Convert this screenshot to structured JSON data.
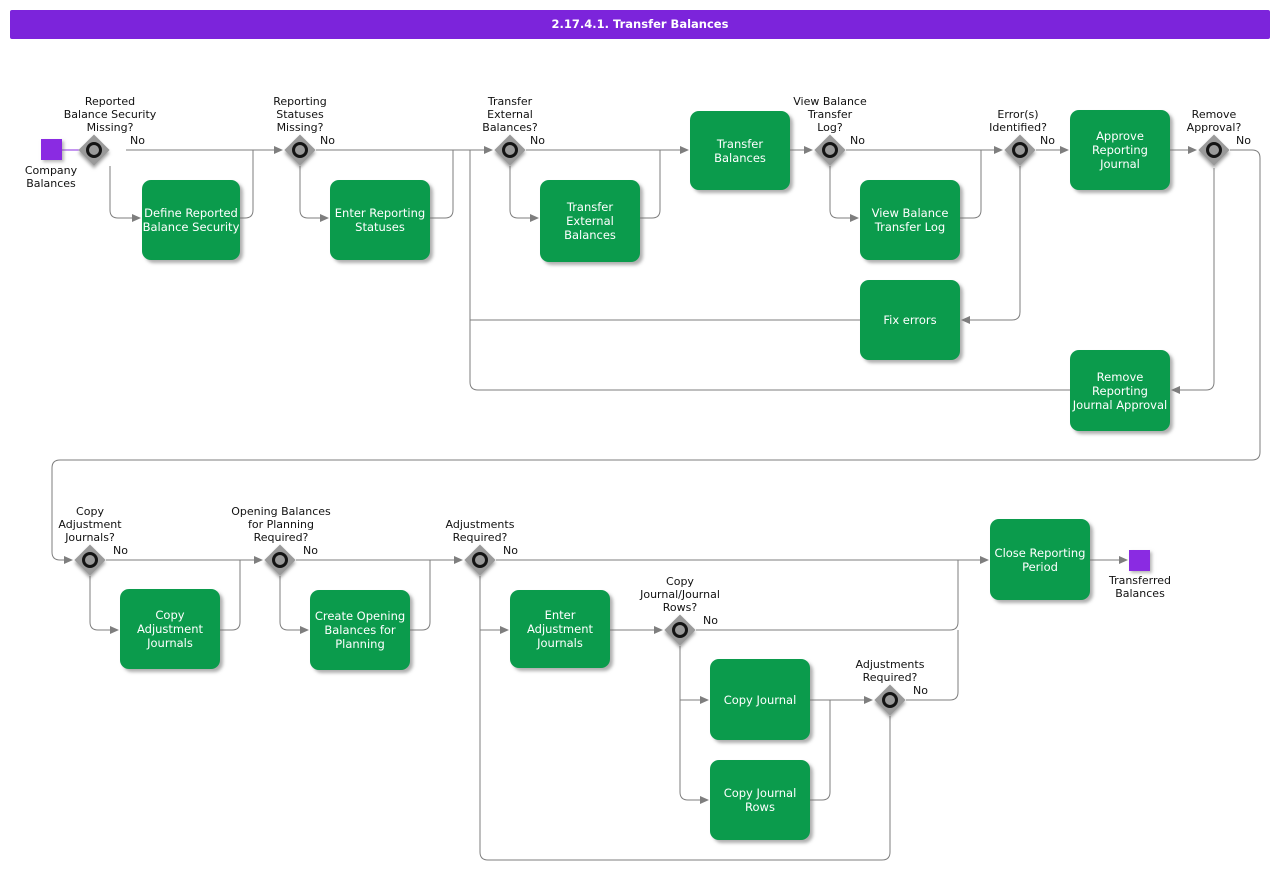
{
  "title": "2.17.4.1. Transfer Balances",
  "colors": {
    "title_bar_purple": "#7C24DB",
    "terminal_purple": "#8A2BE2",
    "activity_green": "#0B9B4C",
    "connector_gray": "#7E7E7E",
    "decision_gray": "#9A9A9A"
  },
  "terminals": {
    "start": {
      "label": "Company\nBalances"
    },
    "end": {
      "label": "Transferred\nBalances"
    }
  },
  "decisions": [
    {
      "id": "reported-balance-security-missing",
      "label": "Reported\nBalance Security\nMissing?",
      "no": "No"
    },
    {
      "id": "reporting-statuses-missing",
      "label": "Reporting\nStatuses\nMissing?",
      "no": "No"
    },
    {
      "id": "transfer-external-balances",
      "label": "Transfer\nExternal\nBalances?",
      "no": "No"
    },
    {
      "id": "view-balance-transfer-log",
      "label": "View Balance\nTransfer\nLog?",
      "no": "No"
    },
    {
      "id": "errors-identified",
      "label": "Error(s)\nIdentified?",
      "no": "No"
    },
    {
      "id": "remove-approval",
      "label": "Remove\nApproval?",
      "no": "No"
    },
    {
      "id": "copy-adjustment-journals",
      "label": "Copy\nAdjustment\nJournals?",
      "no": "No"
    },
    {
      "id": "opening-balances-for-planning-required",
      "label": "Opening Balances\nfor Planning\nRequired?",
      "no": "No"
    },
    {
      "id": "adjustments-required-1",
      "label": "Adjustments\nRequired?",
      "no": "No"
    },
    {
      "id": "copy-journal-journal-rows",
      "label": "Copy\nJournal/Journal\nRows?",
      "no": "No"
    },
    {
      "id": "adjustments-required-2",
      "label": "Adjustments\nRequired?",
      "no": "No"
    }
  ],
  "activities": [
    {
      "label": "Define Reported\nBalance Security"
    },
    {
      "label": "Enter Reporting\nStatuses"
    },
    {
      "label": "Transfer\nExternal\nBalances"
    },
    {
      "label": "Transfer\nBalances"
    },
    {
      "label": "View Balance\nTransfer Log"
    },
    {
      "label": "Approve\nReporting\nJournal"
    },
    {
      "label": "Fix errors"
    },
    {
      "label": "Remove\nReporting\nJournal Approval"
    },
    {
      "label": "Copy\nAdjustment\nJournals"
    },
    {
      "label": "Create Opening\nBalances for\nPlanning"
    },
    {
      "label": "Enter\nAdjustment\nJournals"
    },
    {
      "label": "Copy Journal"
    },
    {
      "label": "Copy Journal\nRows"
    },
    {
      "label": "Close Reporting\nPeriod"
    }
  ]
}
